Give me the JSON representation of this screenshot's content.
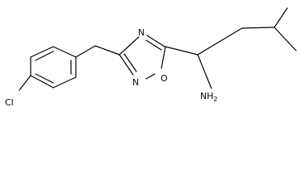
{
  "atom_labels": {
    "chlorine": "Cl",
    "ring_nitrogen_top": "N",
    "ring_nitrogen_bottom": "N",
    "ring_oxygen": "O",
    "amine": "NH2"
  },
  "colors": {
    "bond": "#000000",
    "background": "#ffffff"
  }
}
